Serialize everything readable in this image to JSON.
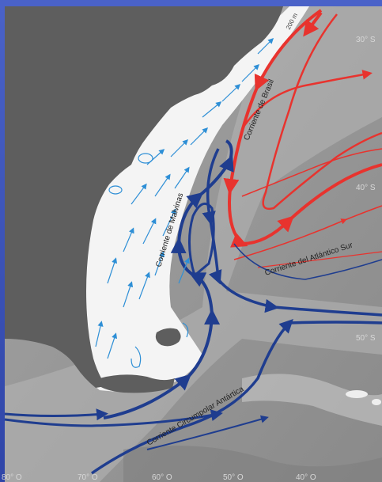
{
  "labels": {
    "brasil": "Corriente de Brasil",
    "malvinas": "Corriente de Malvinas",
    "atlantico_sur": "Corriente del Atlántico Sur",
    "circumpolar": "Corriente Circumpolar Antártica",
    "isobath": "200 m"
  },
  "latitudes": {
    "lat30": "30° S",
    "lat40": "40° S",
    "lat50": "50° S"
  },
  "longitudes": {
    "lon80": "80° O",
    "lon70": "70° O",
    "lon60": "60° O",
    "lon50": "50° O",
    "lon40": "40° O"
  },
  "colors": {
    "warm_current": "#e8332e",
    "cold_current": "#1f3d8f",
    "shelf_current": "#2e8fd6",
    "land": "#5e5e5e",
    "shelf": "#f4f4f4",
    "ocean": "#9a9a9a"
  }
}
